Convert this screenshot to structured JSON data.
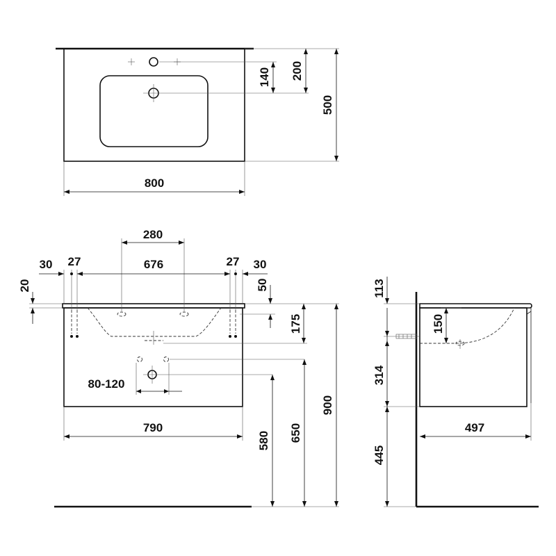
{
  "top_view": {
    "width": "800",
    "depth": "500",
    "tap_hole_offset_outer": "200",
    "tap_hole_offset_inner": "140"
  },
  "front_view": {
    "tap_hole_spacing": "280",
    "inner_width": "676",
    "left_edge": "30",
    "left_hole": "27",
    "right_hole": "27",
    "right_edge": "30",
    "top_offset": "20",
    "rim_offset": "50",
    "bowl_depth": "175",
    "waste_range": "80-120",
    "cabinet_width": "790",
    "height_580": "580",
    "height_650": "650",
    "height_900": "900"
  },
  "side_view": {
    "top_113": "113",
    "bowl_150": "150",
    "cabinet_314": "314",
    "depth_497": "497",
    "floor_445": "445"
  }
}
